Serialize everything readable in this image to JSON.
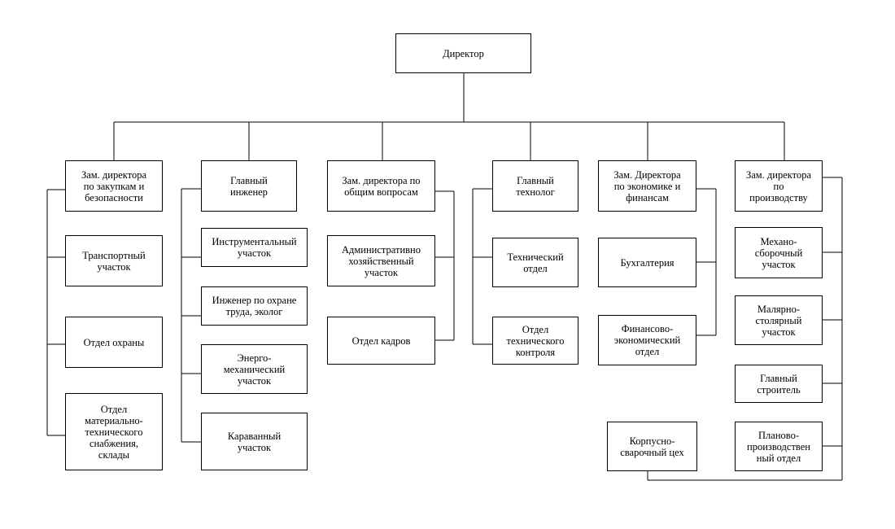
{
  "nodes": {
    "director": "Директор",
    "dep_procurement": "Зам. директора\nпо закупкам и\nбезопасности",
    "transport": "Транспортный\nучасток",
    "security": "Отдел охраны",
    "mts": "Отдел\nматериально-\nтехнического\nснабжения,\nсклады",
    "chief_engineer": "Главный\nинженер",
    "tool_site": "Инструментальный\nучасток",
    "safety_engineer": "Инженер по охране\nтруда, эколог",
    "energy_mech": "Энерго-\nмеханический\nучасток",
    "caravan": "Караванный\nучасток",
    "dep_general": "Зам. директора по\nобщим вопросам",
    "admin_site": "Административно\nхозяйственный\nучасток",
    "hr": "Отдел кадров",
    "chief_technologist": "Главный\nтехнолог",
    "tech_dept": "Технический\nотдел",
    "qc_dept": "Отдел\nтехнического\nконтроля",
    "dep_economics": "Зам. Директора\nпо экономике и\nфинансам",
    "accounting": "Бухгалтерия",
    "fin_econ": "Финансово-\nэкономический\nотдел",
    "dep_production": "Зам. директора\nпо\nпроизводству",
    "mech_assembly": "Механо-\nсборочный\nучасток",
    "paint_carpentry": "Малярно-\nстолярный\nучасток",
    "chief_builder": "Главный\nстроитель",
    "planning": "Планово-\nпроизводствен\nный отдел",
    "hull_welding": "Корпусно-\nсварочный цех"
  }
}
